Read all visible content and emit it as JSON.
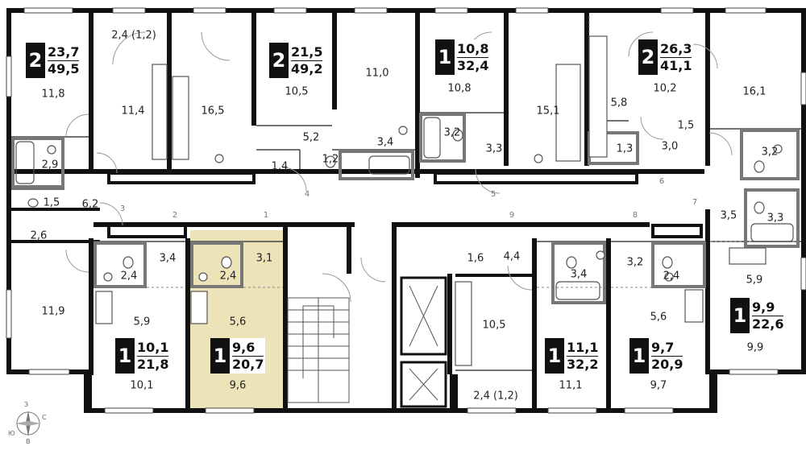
{
  "colors": {
    "wall": "#111111",
    "thin_line": "#444444",
    "highlight": "#ece3b8",
    "badge_bg": "#111111"
  },
  "apartments": [
    {
      "rooms": "2",
      "living": "23,7",
      "total": "49,5"
    },
    {
      "rooms": "2",
      "living": "21,5",
      "total": "49,2"
    },
    {
      "rooms": "1",
      "living": "10,8",
      "total": "32,4"
    },
    {
      "rooms": "2",
      "living": "26,3",
      "total": "41,1"
    },
    {
      "rooms": "1",
      "living": "10,1",
      "total": "21,8"
    },
    {
      "rooms": "1",
      "living": "9,6",
      "total": "20,7"
    },
    {
      "rooms": "1",
      "living": "11,1",
      "total": "32,2"
    },
    {
      "rooms": "1",
      "living": "9,7",
      "total": "20,9"
    },
    {
      "rooms": "1",
      "living": "9,9",
      "total": "22,6"
    }
  ],
  "room_areas": [
    "2,4 (1,2)",
    "11,8",
    "11,4",
    "16,5",
    "10,5",
    "11,0",
    "10,8",
    "15,1",
    "10,2",
    "16,1",
    "2,9",
    "5,2",
    "3,4",
    "1,4",
    "1,2",
    "3,2",
    "3,3",
    "5,8",
    "1,3",
    "3,0",
    "1,5",
    "3,2",
    "6,2",
    "1,5",
    "2,6",
    "3,5",
    "3,3",
    "3,4",
    "3,1",
    "1,6",
    "4,4",
    "3,2",
    "2,4",
    "2,4",
    "3,4",
    "2,4",
    "5,9",
    "5,6",
    "10,5",
    "5,6",
    "5,9",
    "11,9",
    "10,1",
    "9,6",
    "2,4 (1,2)",
    "11,1",
    "9,7",
    "9,9"
  ],
  "door_numbers": [
    "1",
    "2",
    "3",
    "4",
    "5",
    "6",
    "7",
    "8",
    "9"
  ],
  "compass": {
    "north": "З",
    "east": "С",
    "south": "В",
    "west": "Ю"
  },
  "icons": [
    "compass-rose-icon",
    "toilet-icon",
    "bathtub-icon",
    "sink-icon",
    "stove-icon",
    "washing-machine-icon",
    "elevator-icon",
    "stairs-icon"
  ]
}
